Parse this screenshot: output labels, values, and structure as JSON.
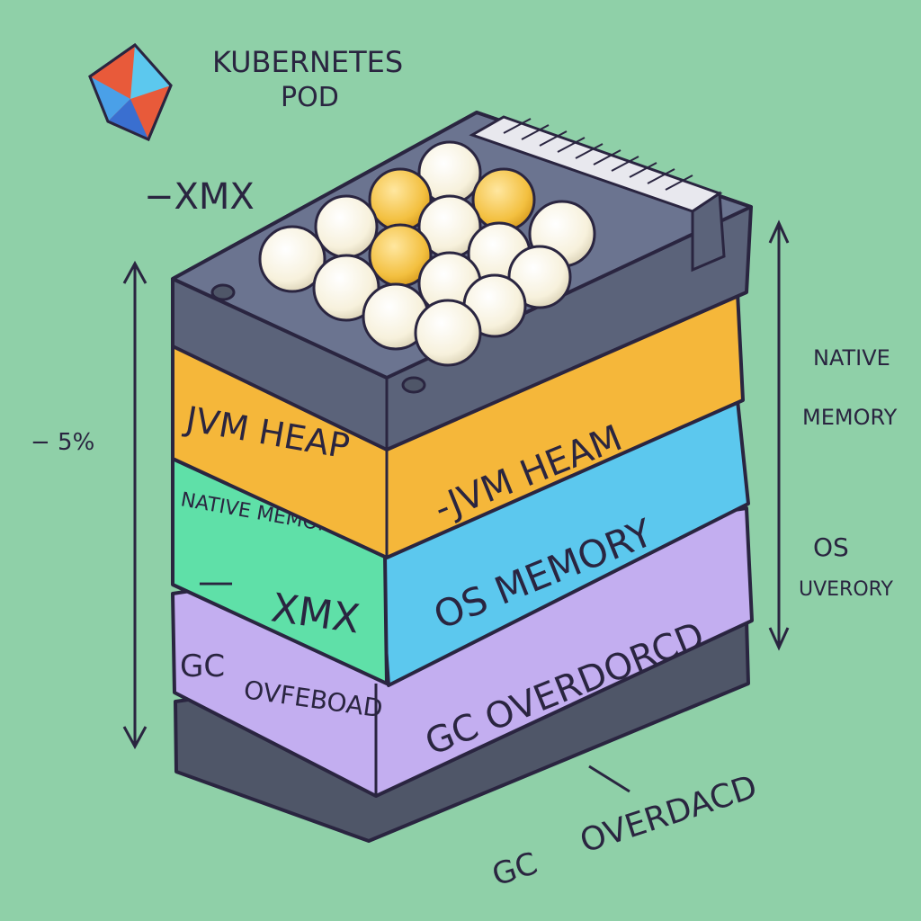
{
  "logo": {
    "title_line1": "KUBERNETES",
    "title_line2": "POD",
    "icon": "kubernetes-pod-icon"
  },
  "labels": {
    "xmx_top": "−XMX",
    "percent": "− 5%",
    "native_line1": "NATIVE",
    "native_line2": "MEMORY",
    "os_line1": "OS",
    "os_line2": "UVERORY",
    "gc_bottom_a": "GC",
    "gc_bottom_b": "OVERDACD"
  },
  "layers": {
    "yellow_left": "JVM HEAP",
    "yellow_right": "-JVM HEAM",
    "green_top": "NATIVE MEMORY",
    "green_dash": "—",
    "green_bottom": "XMX",
    "blue": "OS MEMORY",
    "purple_left_a": "GC",
    "purple_left_b": "OVFEBOAD",
    "purple_right": "GC OVERDORCD"
  },
  "colors": {
    "background": "#8fd0a8",
    "chip": "#6b7490",
    "heap": "#f5b73a",
    "native": "#5fe0a8",
    "os": "#5cc8ee",
    "gc": "#c3aef0",
    "base": "#4f5668",
    "ink": "#2a2540"
  }
}
